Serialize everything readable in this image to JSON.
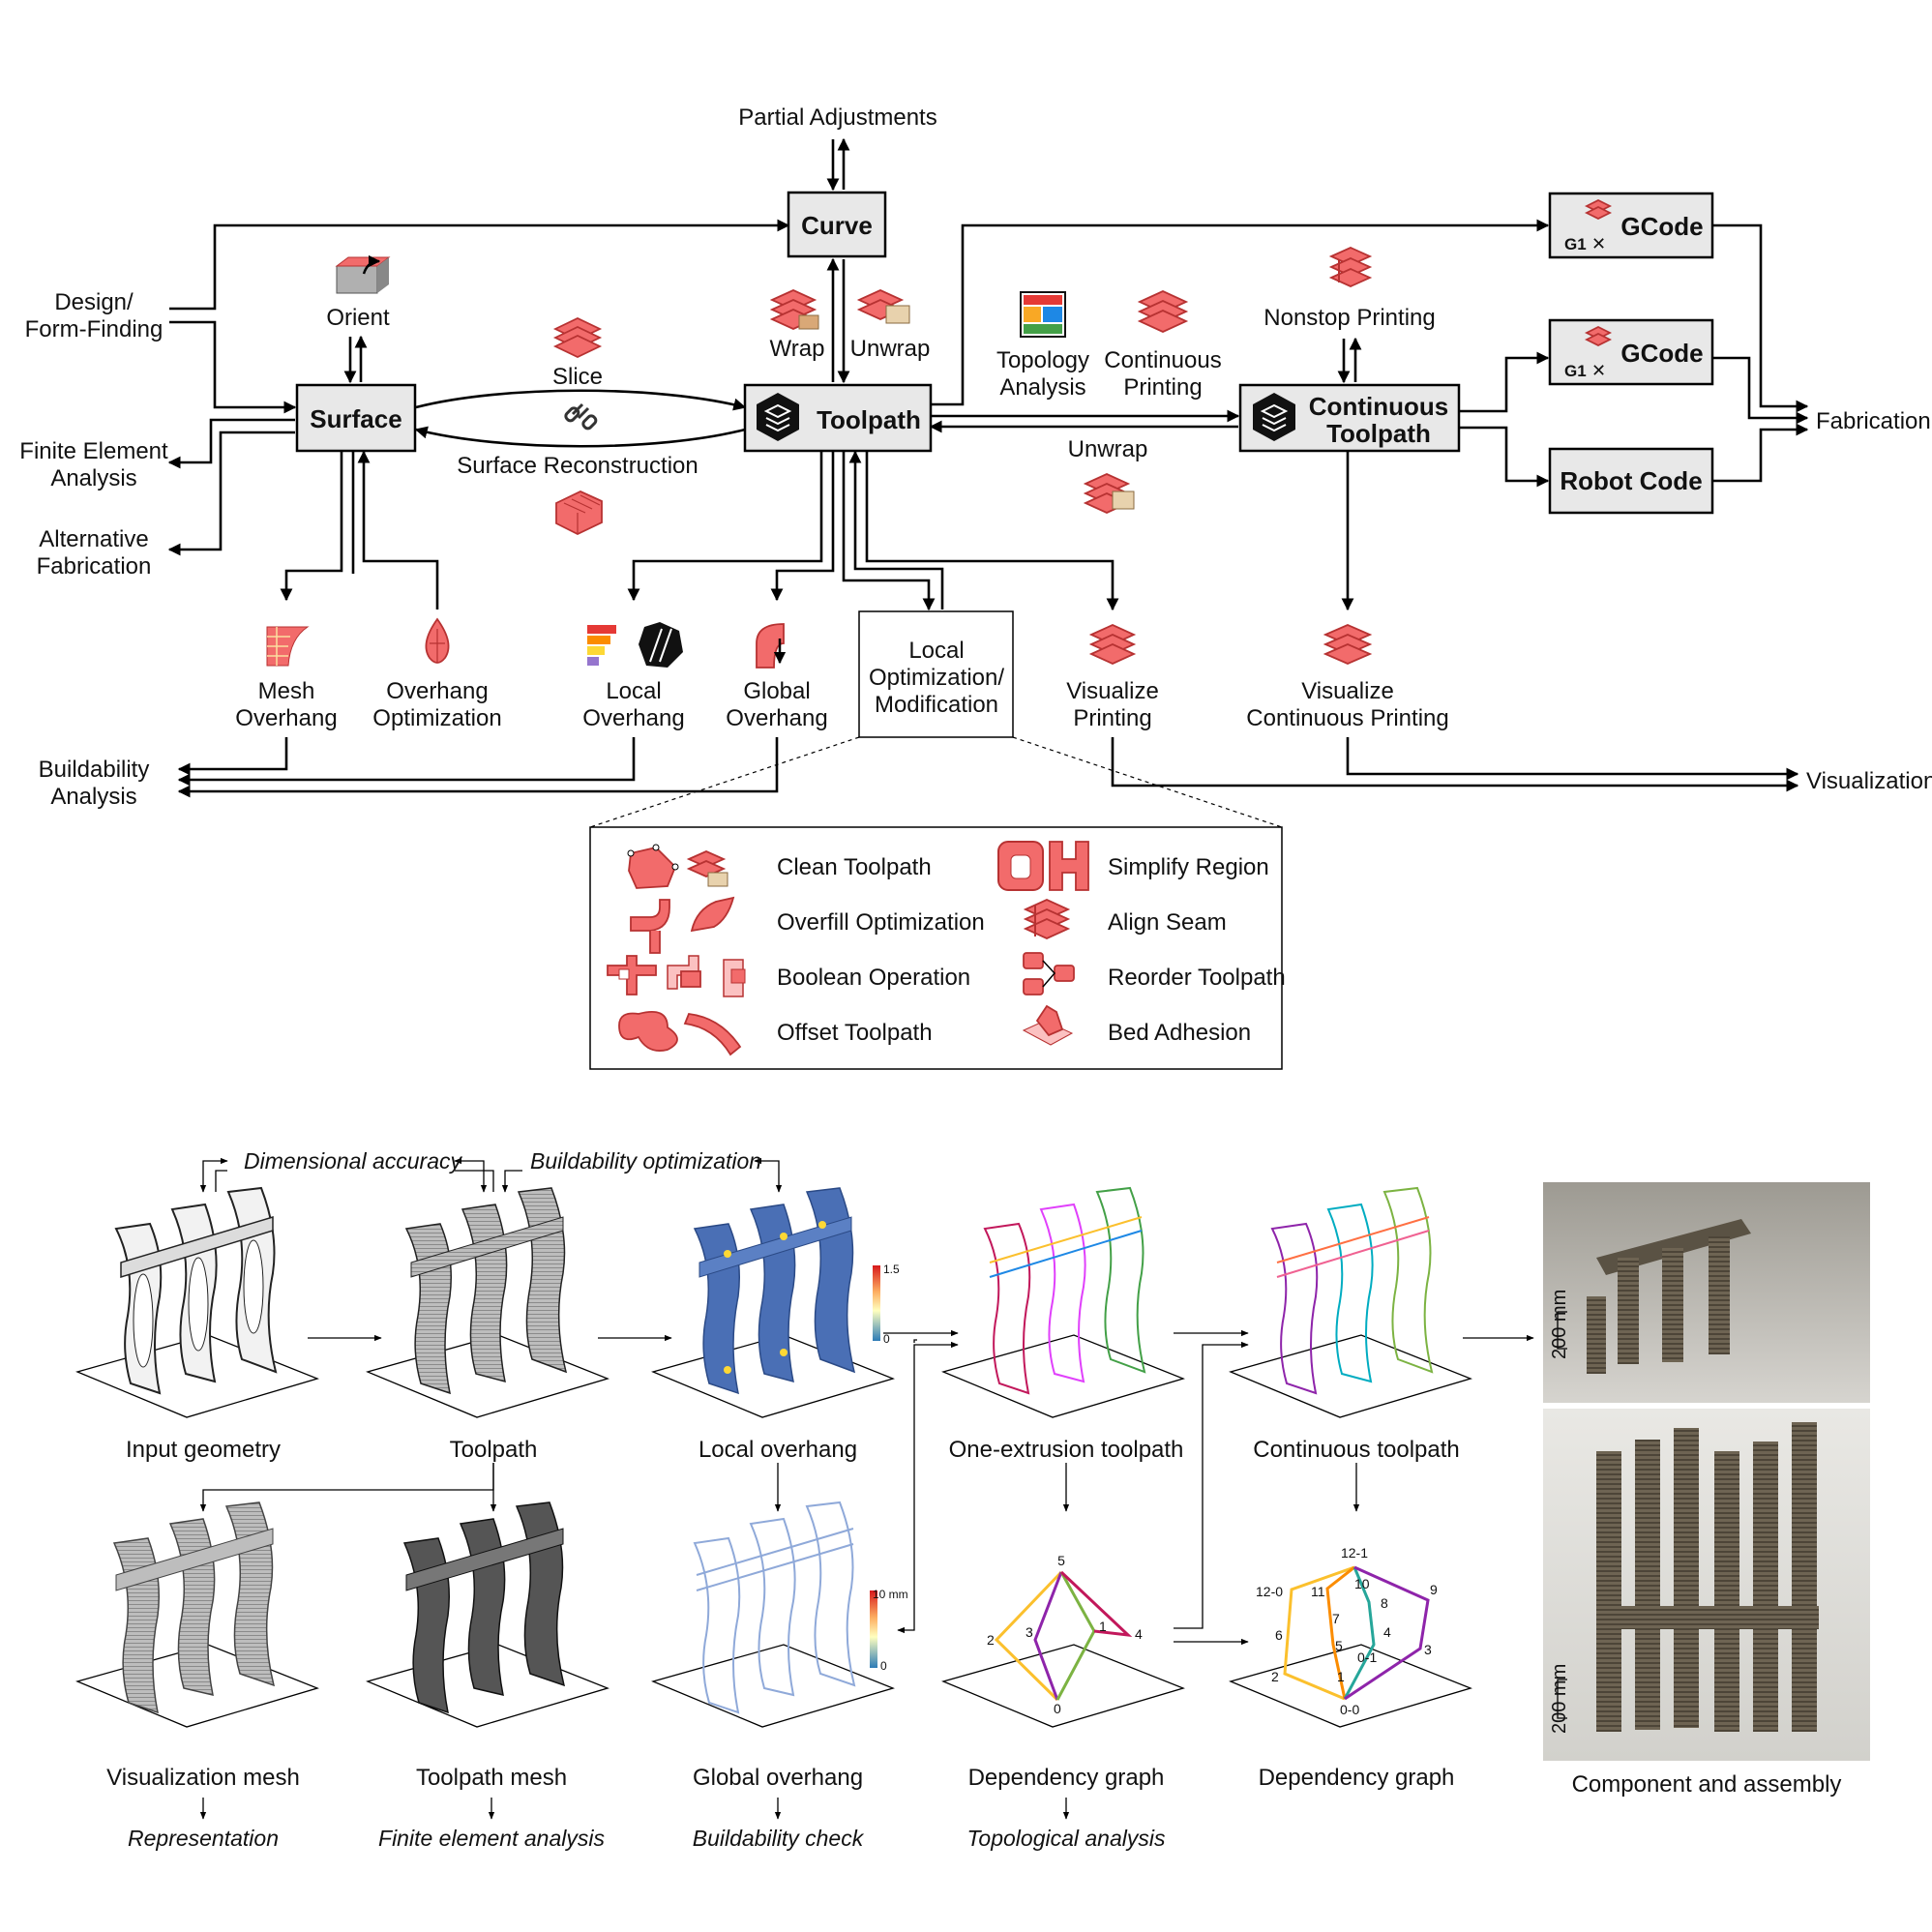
{
  "workflow": {
    "nodes": {
      "curve": "Curve",
      "surface": "Surface",
      "toolpath": "Toolpath",
      "continuous_1": "Continuous",
      "continuous_2": "Toolpath",
      "gcode_1": "GCode",
      "gcode_2": "GCode",
      "robot": "Robot Code",
      "g1_1": "G1",
      "g1_2": "G1"
    },
    "labels": {
      "partial_adjustments": "Partial Adjustments",
      "design_1": "Design/",
      "design_2": "Form-Finding",
      "orient": "Orient",
      "slice": "Slice",
      "surface_reconstruction": "Surface Reconstruction",
      "wrap": "Wrap",
      "unwrap_1": "Unwrap",
      "topology_1": "Topology",
      "topology_2": "Analysis",
      "contprint_1": "Continuous",
      "contprint_2": "Printing",
      "nonstop": "Nonstop Printing",
      "unwrap_2": "Unwrap",
      "fabrication": "Fabrication",
      "fea_1": "Finite Element",
      "fea_2": "Analysis",
      "altfab_1": "Alternative",
      "altfab_2": "Fabrication",
      "mesh_1": "Mesh",
      "mesh_2": "Overhang",
      "ovopt_1": "Overhang",
      "ovopt_2": "Optimization",
      "local_1": "Local",
      "local_2": "Overhang",
      "global_1": "Global",
      "global_2": "Overhang",
      "lom_1": "Local",
      "lom_2": "Optimization/",
      "lom_3": "Modification",
      "vis_1": "Visualize",
      "vis_2": "Printing",
      "viscont_1": "Visualize",
      "viscont_2": "Continuous Printing",
      "buildability_1": "Buildability",
      "buildability_2": "Analysis",
      "visualization": "Visualization"
    },
    "operations": [
      "Clean Toolpath",
      "Overfill Optimization",
      "Boolean Operation",
      "Offset Toolpath",
      "Simplify Region",
      "Align Seam",
      "Reorder Toolpath",
      "Bed Adhesion"
    ]
  },
  "pipeline": {
    "feedback": [
      "Dimensional accuracy",
      "Buildability optimization"
    ],
    "stages": [
      "Input geometry",
      "Toolpath",
      "Local overhang",
      "One-extrusion toolpath",
      "Continuous toolpath",
      "Visualization mesh",
      "Toolpath mesh",
      "Global overhang",
      "Dependency graph",
      "Dependency graph",
      "Component and assembly"
    ],
    "purposes": [
      "Representation",
      "Finite element analysis",
      "Buildability check",
      "Topological analysis"
    ],
    "colorbar_local": [
      "1.5",
      "0"
    ],
    "colorbar_global": [
      "10 mm",
      "0"
    ],
    "scale": "200 mm",
    "graph1": [
      "5",
      "2",
      "3",
      "1",
      "4",
      "0"
    ],
    "graph2": [
      "12-1",
      "12-0",
      "11",
      "10",
      "9",
      "8",
      "7",
      "6",
      "5",
      "4",
      "3",
      "0-1",
      "2",
      "1",
      "0-0"
    ]
  },
  "colors": {
    "icon_red": "#f26b6b",
    "icon_dark": "#b73232",
    "node_fill": "#e8e8e8",
    "mesh_blue": "#4a6fb5"
  }
}
